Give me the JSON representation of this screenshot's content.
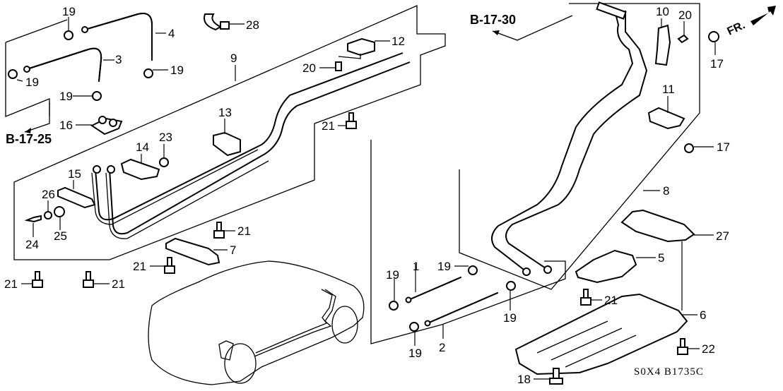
{
  "diagram": {
    "title": "Heater hose / rear heater pipe parts diagram",
    "diagram_code": "S0X4  B1735C",
    "direction_indicator": "FR.",
    "references": [
      {
        "id": "ref-b-17-25",
        "text": "B-17-25"
      },
      {
        "id": "ref-b-17-30",
        "text": "B-17-30"
      }
    ],
    "callouts": [
      {
        "part": "1",
        "text": "1"
      },
      {
        "part": "2",
        "text": "2"
      },
      {
        "part": "3",
        "text": "3"
      },
      {
        "part": "4",
        "text": "4"
      },
      {
        "part": "5",
        "text": "5"
      },
      {
        "part": "6",
        "text": "6"
      },
      {
        "part": "7",
        "text": "7"
      },
      {
        "part": "8",
        "text": "8"
      },
      {
        "part": "9",
        "text": "9"
      },
      {
        "part": "10",
        "text": "10"
      },
      {
        "part": "11",
        "text": "11"
      },
      {
        "part": "12",
        "text": "12"
      },
      {
        "part": "13",
        "text": "13"
      },
      {
        "part": "14",
        "text": "14"
      },
      {
        "part": "15",
        "text": "15"
      },
      {
        "part": "16",
        "text": "16"
      },
      {
        "part": "17",
        "text": "17"
      },
      {
        "part": "18",
        "text": "18"
      },
      {
        "part": "19",
        "text": "19"
      },
      {
        "part": "20",
        "text": "20"
      },
      {
        "part": "21",
        "text": "21"
      },
      {
        "part": "22",
        "text": "22"
      },
      {
        "part": "23",
        "text": "23"
      },
      {
        "part": "24",
        "text": "24"
      },
      {
        "part": "25",
        "text": "25"
      },
      {
        "part": "26",
        "text": "26"
      },
      {
        "part": "27",
        "text": "27"
      },
      {
        "part": "28",
        "text": "28"
      }
    ]
  },
  "labels": {
    "c1": "1",
    "c2": "2",
    "c3": "3",
    "c4": "4",
    "c5": "5",
    "c6": "6",
    "c7": "7",
    "c8": "8",
    "c9": "9",
    "c10": "10",
    "c11": "11",
    "c12": "12",
    "c13": "13",
    "c14": "14",
    "c15": "15",
    "c16": "16",
    "c17": "17",
    "c18": "18",
    "c19": "19",
    "c20": "20",
    "c21": "21",
    "c22": "22",
    "c23": "23",
    "c24": "24",
    "c25": "25",
    "c26": "26",
    "c27": "27",
    "c28": "28"
  }
}
